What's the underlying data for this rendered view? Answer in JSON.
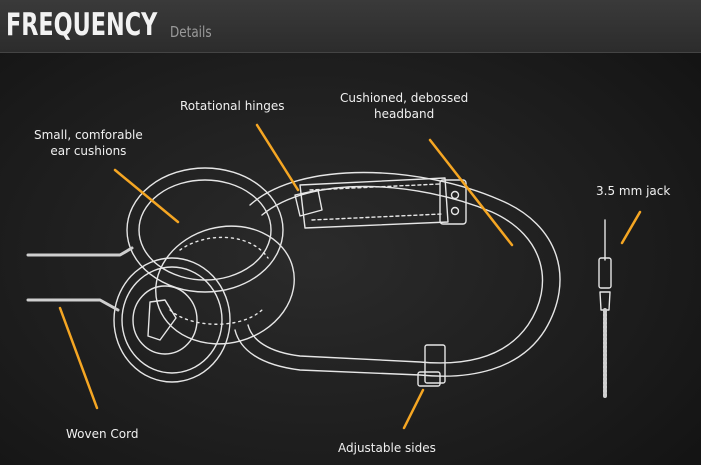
{
  "header": {
    "title": "FREQUENCY",
    "subtitle": "Details"
  },
  "callouts": {
    "rotational_hinges": "Rotational hinges",
    "headband": "Cushioned, debossed\nheadband",
    "ear_cushions": "Small, comforable\near cushions",
    "jack": "3.5 mm jack",
    "cord": "Woven Cord",
    "sides": "Adjustable sides"
  },
  "colors": {
    "accent": "#f5a623",
    "chalk": "#e8e8e8",
    "board": "#1e1e1e"
  }
}
